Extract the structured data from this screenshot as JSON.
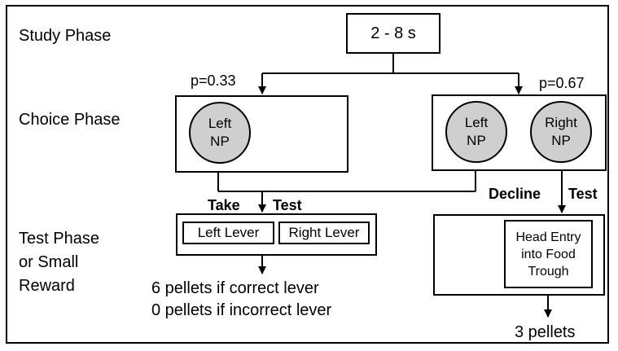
{
  "phases": {
    "study": "Study Phase",
    "choice": "Choice Phase",
    "test_line1": "Test Phase",
    "test_line2": "or Small",
    "test_line3": "Reward"
  },
  "study_box": "2 - 8 s",
  "probabilities": {
    "left": "p=0.33",
    "right": "p=0.67"
  },
  "left_choice": {
    "np_label": "Left\nNP"
  },
  "right_choice": {
    "left_np_label": "Left\nNP",
    "right_np_label": "Right\nNP"
  },
  "left_branch": {
    "take_label": "Take",
    "test_label": "Test",
    "left_lever": "Left Lever",
    "right_lever": "Right Lever",
    "outcome_correct": "6 pellets if correct lever",
    "outcome_incorrect": "0 pellets if incorrect lever"
  },
  "right_branch": {
    "decline_label": "Decline",
    "test_label": "Test",
    "head_entry": "Head Entry\ninto Food\nTrough",
    "outcome": "3 pellets"
  },
  "colors": {
    "nose_poke_fill": "#cfcfcf",
    "line": "#000000",
    "background": "#ffffff"
  }
}
